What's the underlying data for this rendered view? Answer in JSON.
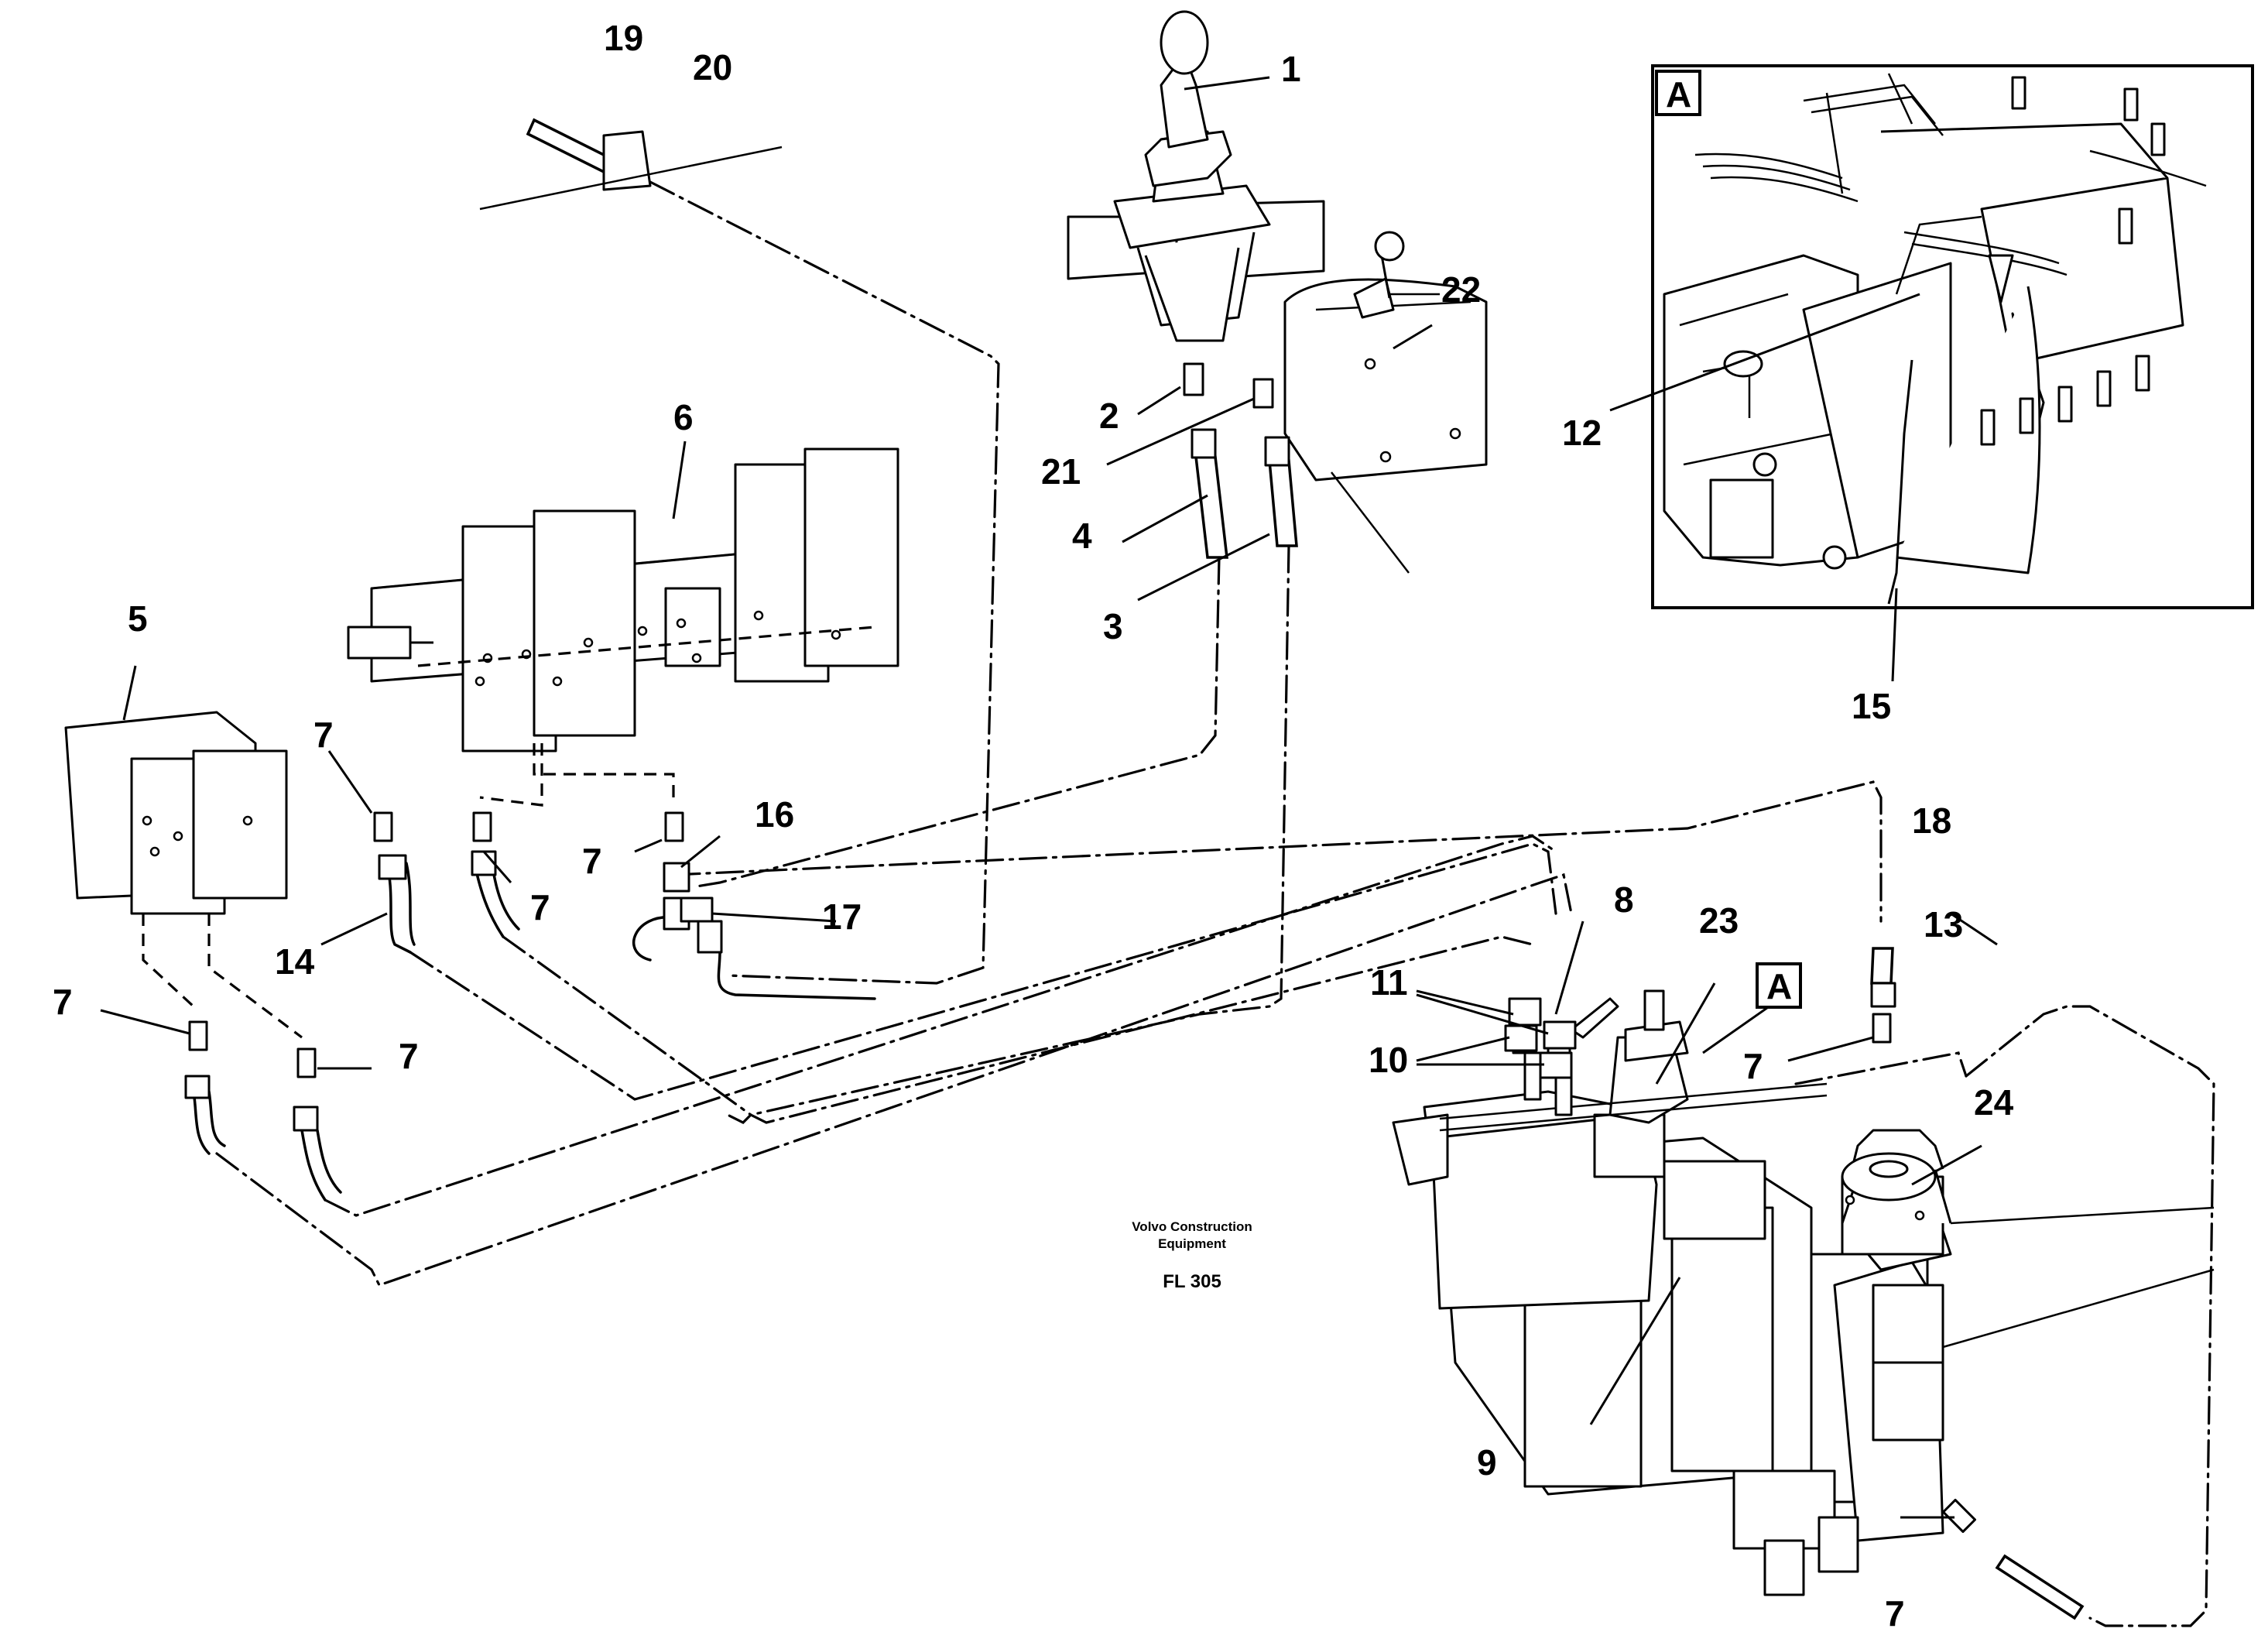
{
  "callouts": {
    "c1": "1",
    "c2": "2",
    "c3": "3",
    "c4": "4",
    "c5": "5",
    "c6": "6",
    "c7": "7",
    "c8": "8",
    "c9": "9",
    "c10": "10",
    "c11": "11",
    "c12": "12",
    "c13": "13",
    "c14": "14",
    "c15": "15",
    "c16": "16",
    "c17": "17",
    "c18": "18",
    "c19": "19",
    "c20": "20",
    "c21": "21",
    "c22": "22",
    "c23": "23",
    "c24": "24"
  },
  "detail_marker": "A",
  "inset_label": "A",
  "caption": {
    "line1": "Volvo Construction",
    "line2": "Equipment",
    "code": "FL 305"
  }
}
